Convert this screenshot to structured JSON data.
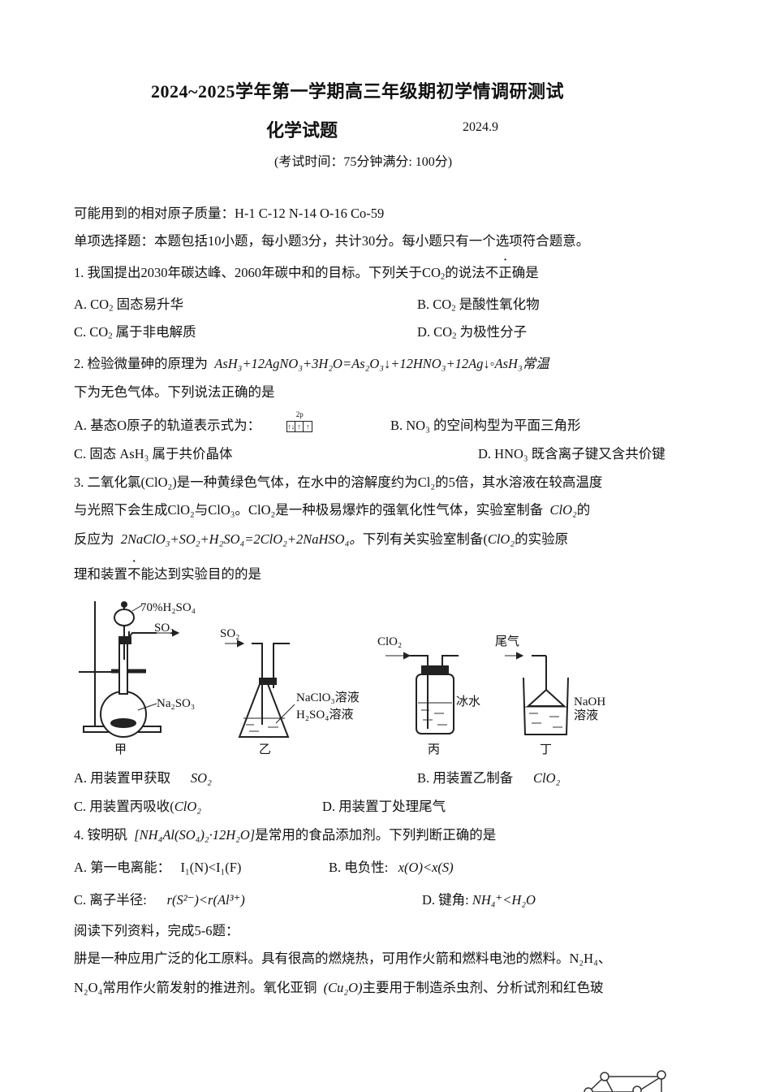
{
  "header": {
    "title": "2024~2025学年第一学期高三年级期初学情调研测试",
    "subject": "化学试题",
    "date": "2024.9",
    "exam_info": "(考试时间：75分钟满分: 100分)"
  },
  "preamble": {
    "atomic_masses": "可能用到的相对原子质量：H-1 C-12  N-14   O-16   Co-59",
    "section_intro": "单项选择题：本题包括10小题，每小题3分，共计30分。每小题只有一个选项符合题意。"
  },
  "q1": {
    "stem_prefix": "1. 我国提出2030年碳达峰、2060年碳中和的目标。下列关于CO",
    "stem_sub": "2",
    "stem_mid": "的说法",
    "stem_emph": "不正确",
    "stem_suffix": "是",
    "options": [
      {
        "label": "A. CO",
        "sub": "2",
        "text": "固态易升华"
      },
      {
        "label": "B. CO",
        "sub": "2",
        "text": "是酸性氧化物"
      },
      {
        "label": "C. CO",
        "sub": "2",
        "text": "属于非电解质"
      },
      {
        "label": "D. CO",
        "sub": "2",
        "text": "为极性分子"
      }
    ]
  },
  "q2": {
    "stem_prefix": "2. 检验微量砷的原理为",
    "equation": "AsH₃+12AgNO₃+3H₂O=As₂O₃↓+12HNO₃+12Ag↓",
    "stem_after_eq": "AsH₃常温",
    "stem_line2": "下为无色气体。下列说法正确的是",
    "options": {
      "a_prefix": "A. 基态O原子的轨道表示式为：",
      "a_orbital_label": "2p",
      "a_orbital_boxes": [
        "↑↓",
        "↑",
        "↑"
      ],
      "b": "B. NO₃ 的空间构型为平面三角形",
      "c": "C. 固态  AsH₃ 属于共价晶体",
      "d": "D. HNO₃ 既含离子键又含共价键"
    }
  },
  "q3": {
    "line1": "3. 二氧化氯(ClO₂)是一种黄绿色气体，在水中的溶解度约为Cl₂的5倍，其水溶液在较高温度",
    "line2": "与光照下会生成ClO₂与ClO₃。ClO₂是一种极易爆炸的强氧化性气体，实验室制备",
    "line2_math": "ClO₂",
    "line2_end": "的",
    "line3_prefix": "反应为",
    "line3_equation": "2NaClO₃+SO₂+H₂SO₄=2ClO₂+2NaHSO₄。",
    "line3_suffix_a": "下列有关实验室制备(",
    "line3_math": "ClO₂",
    "line3_suffix_b": "的实验原",
    "line4_prefix": "理和装置",
    "line4_emph": "不",
    "line4_suffix": "能达到实验目的的是",
    "diagram": {
      "apparatus": [
        {
          "name": "甲",
          "labels": [
            "70%H₂SO₄",
            "SO₂",
            "Na₂SO₃"
          ]
        },
        {
          "name": "乙",
          "labels": [
            "SO₂",
            "NaClO₃溶液",
            "H₂SO₄溶液"
          ]
        },
        {
          "name": "丙",
          "labels": [
            "ClO₂",
            "冰水"
          ]
        },
        {
          "name": "丁",
          "labels": [
            "尾气",
            "NaOH",
            "溶液"
          ]
        }
      ]
    },
    "options": {
      "a": "A. 用装置甲获取",
      "a_math": "SO₂",
      "b": "B. 用装置乙制备",
      "b_math": "ClO₂",
      "c": "C. 用装置丙吸收(",
      "c_math": "ClO₂",
      "d": "D. 用装置丁处理尾气"
    }
  },
  "q4": {
    "stem_prefix": "4. 铵明矾",
    "formula": "[NH₄Al(SO₄)₂·12H₂O]",
    "stem_suffix": "是常用的食品添加剂。下列判断正确的是",
    "options": {
      "a": "A. 第一电离能：",
      "a_math": "I₁(N)<I₁(F)",
      "b": "B. 电负性:",
      "b_math": "x(O)<x(S)",
      "c": "C. 离子半径:",
      "c_math": "r(S²⁻)<r(Al³⁺)",
      "d": "D. 键角:",
      "d_math": "NH₄⁺<H₂O"
    }
  },
  "reading": {
    "intro": "阅读下列资料，完成5-6题：",
    "para_line1": "肼是一种应用广泛的化工原料。具有很高的燃烧热，可用作火箭和燃料电池的燃料。N₂H₄、",
    "para_line2_a": "N₂O₄常用作火箭发射的推进剂。氧化亚铜",
    "para_line2_math": "(Cu₂O)",
    "para_line2_b": "主要用于制造杀虫剂、分析试剂和红色玻"
  }
}
